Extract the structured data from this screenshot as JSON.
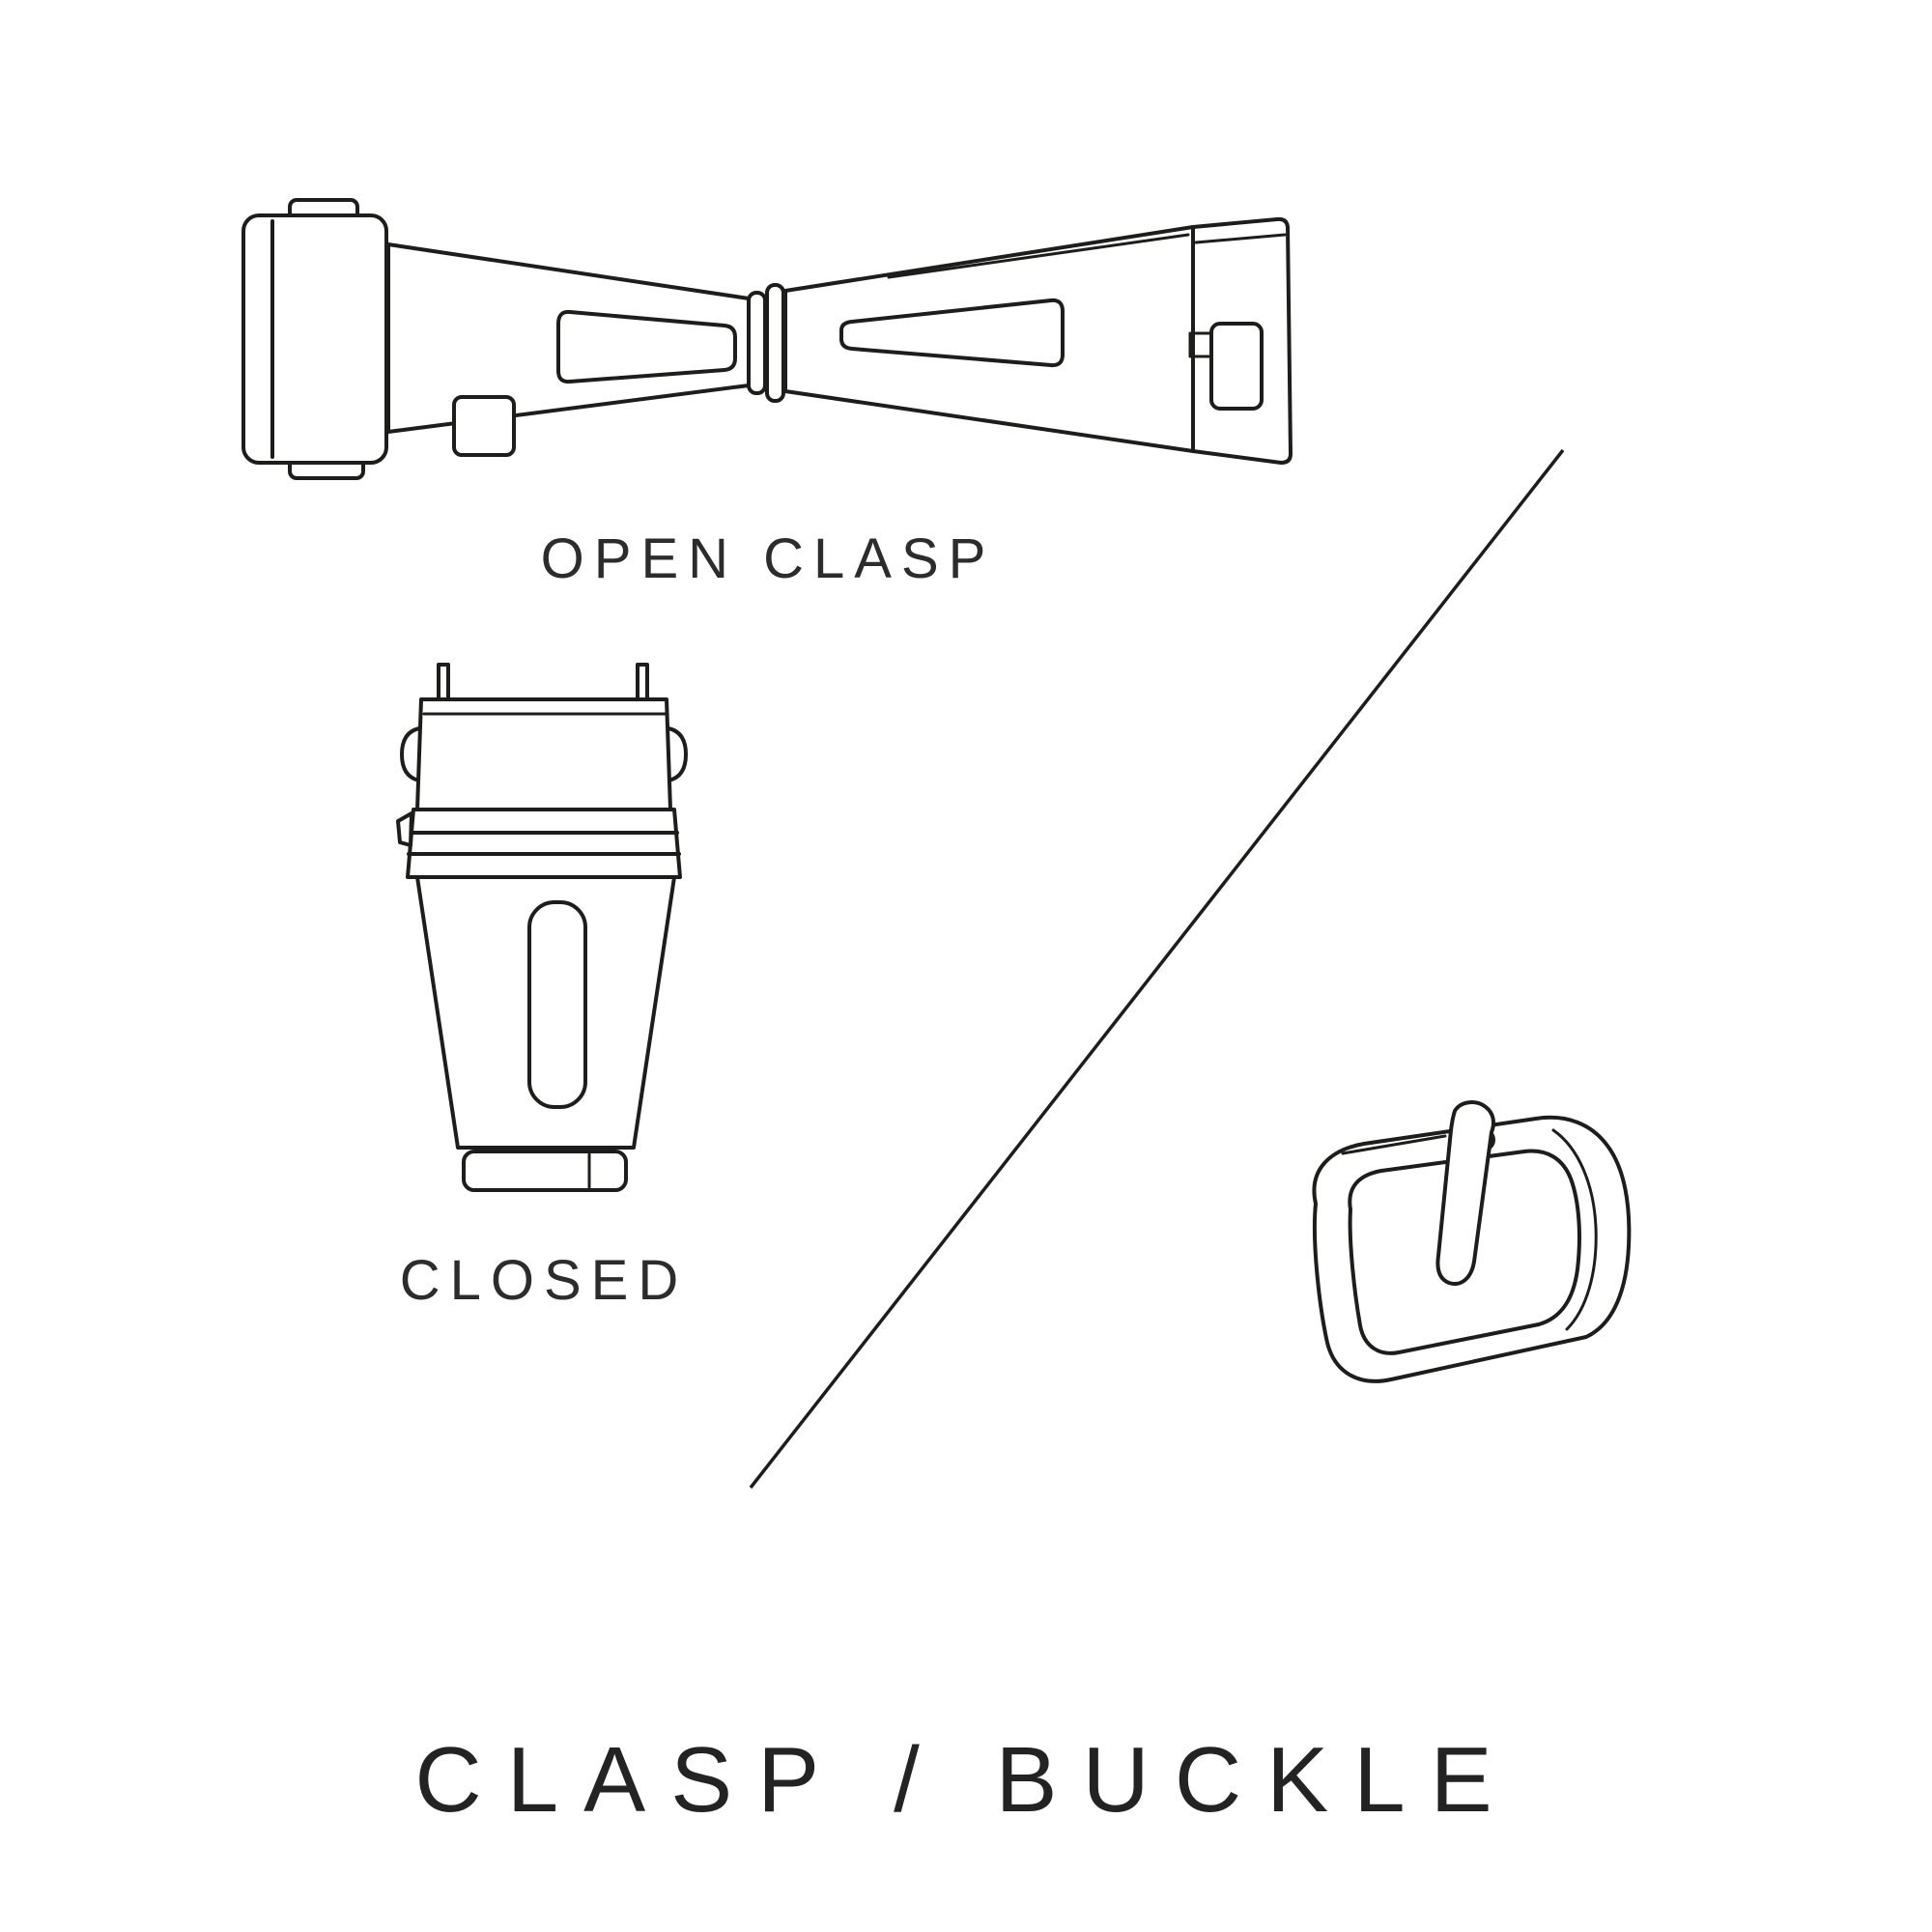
{
  "diagram": {
    "title": "CLASP / BUCKLE",
    "labels": {
      "open_clasp": "OPEN CLASP",
      "closed": "CLOSED"
    },
    "illustrations": [
      "open-clasp-illustration",
      "closed-clasp-illustration",
      "buckle-illustration"
    ],
    "colors": {
      "line": "#1d1d1b",
      "text": "#2c2c2c",
      "background": "#ffffff"
    }
  }
}
